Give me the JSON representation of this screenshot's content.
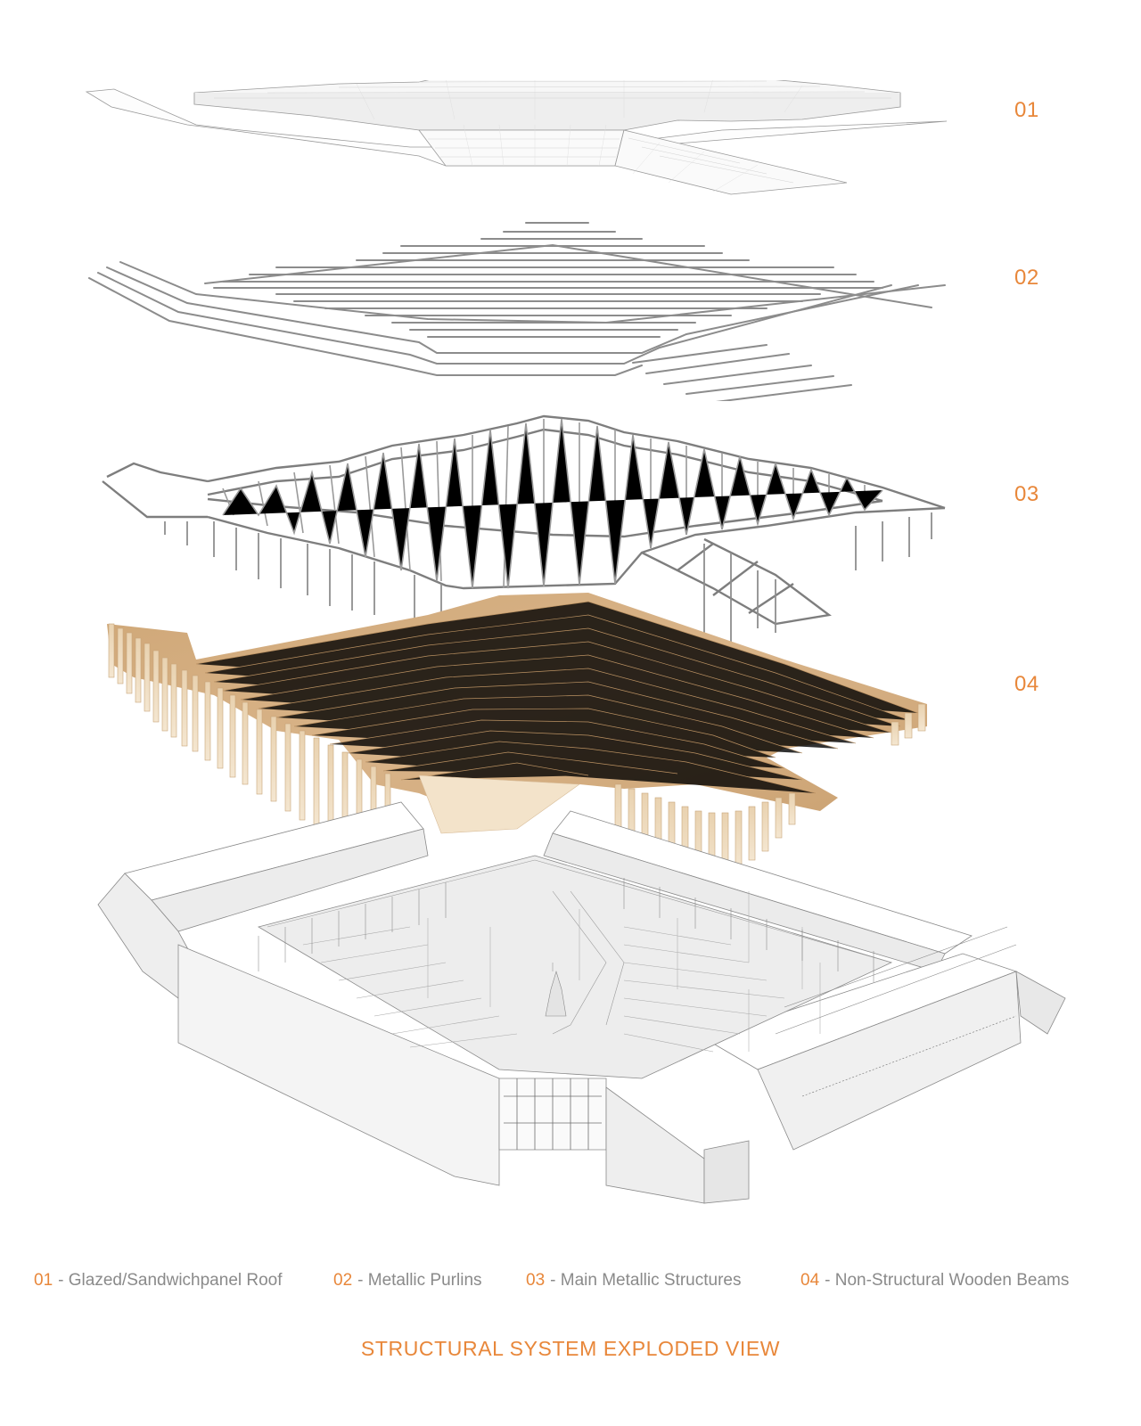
{
  "diagram": {
    "title": "STRUCTURAL SYSTEM EXPLODED VIEW",
    "accent_color": "#e8873a",
    "text_color": "#8a8a8a",
    "layers": [
      {
        "num": "01",
        "label": "Glazed/Sandwichpanel Roof",
        "visual": "grid-roof-panels"
      },
      {
        "num": "02",
        "label": "Metallic Purlins",
        "visual": "linear-purlins"
      },
      {
        "num": "03",
        "label": "Main Metallic Structures",
        "visual": "steel-truss-frame"
      },
      {
        "num": "04",
        "label": "Non-Structural Wooden Beams",
        "visual": "timber-fins"
      }
    ],
    "base": {
      "visual": "building-axonometric-base"
    }
  }
}
